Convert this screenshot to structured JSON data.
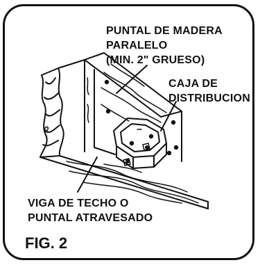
{
  "labels": {
    "puntal_paralelo": [
      "PUNTAL DE MADERA",
      "PARALELO",
      "(MIN. 2\" GRUESO)"
    ],
    "caja": [
      "CAJA DE",
      "DISTRIBUCION"
    ],
    "viga": [
      "VIGA DE TECHO O",
      "PUNTAL ATRAVESADO"
    ]
  },
  "caption": "FIG. 2",
  "colors": {
    "line": "#111111",
    "background": "#ffffff"
  }
}
